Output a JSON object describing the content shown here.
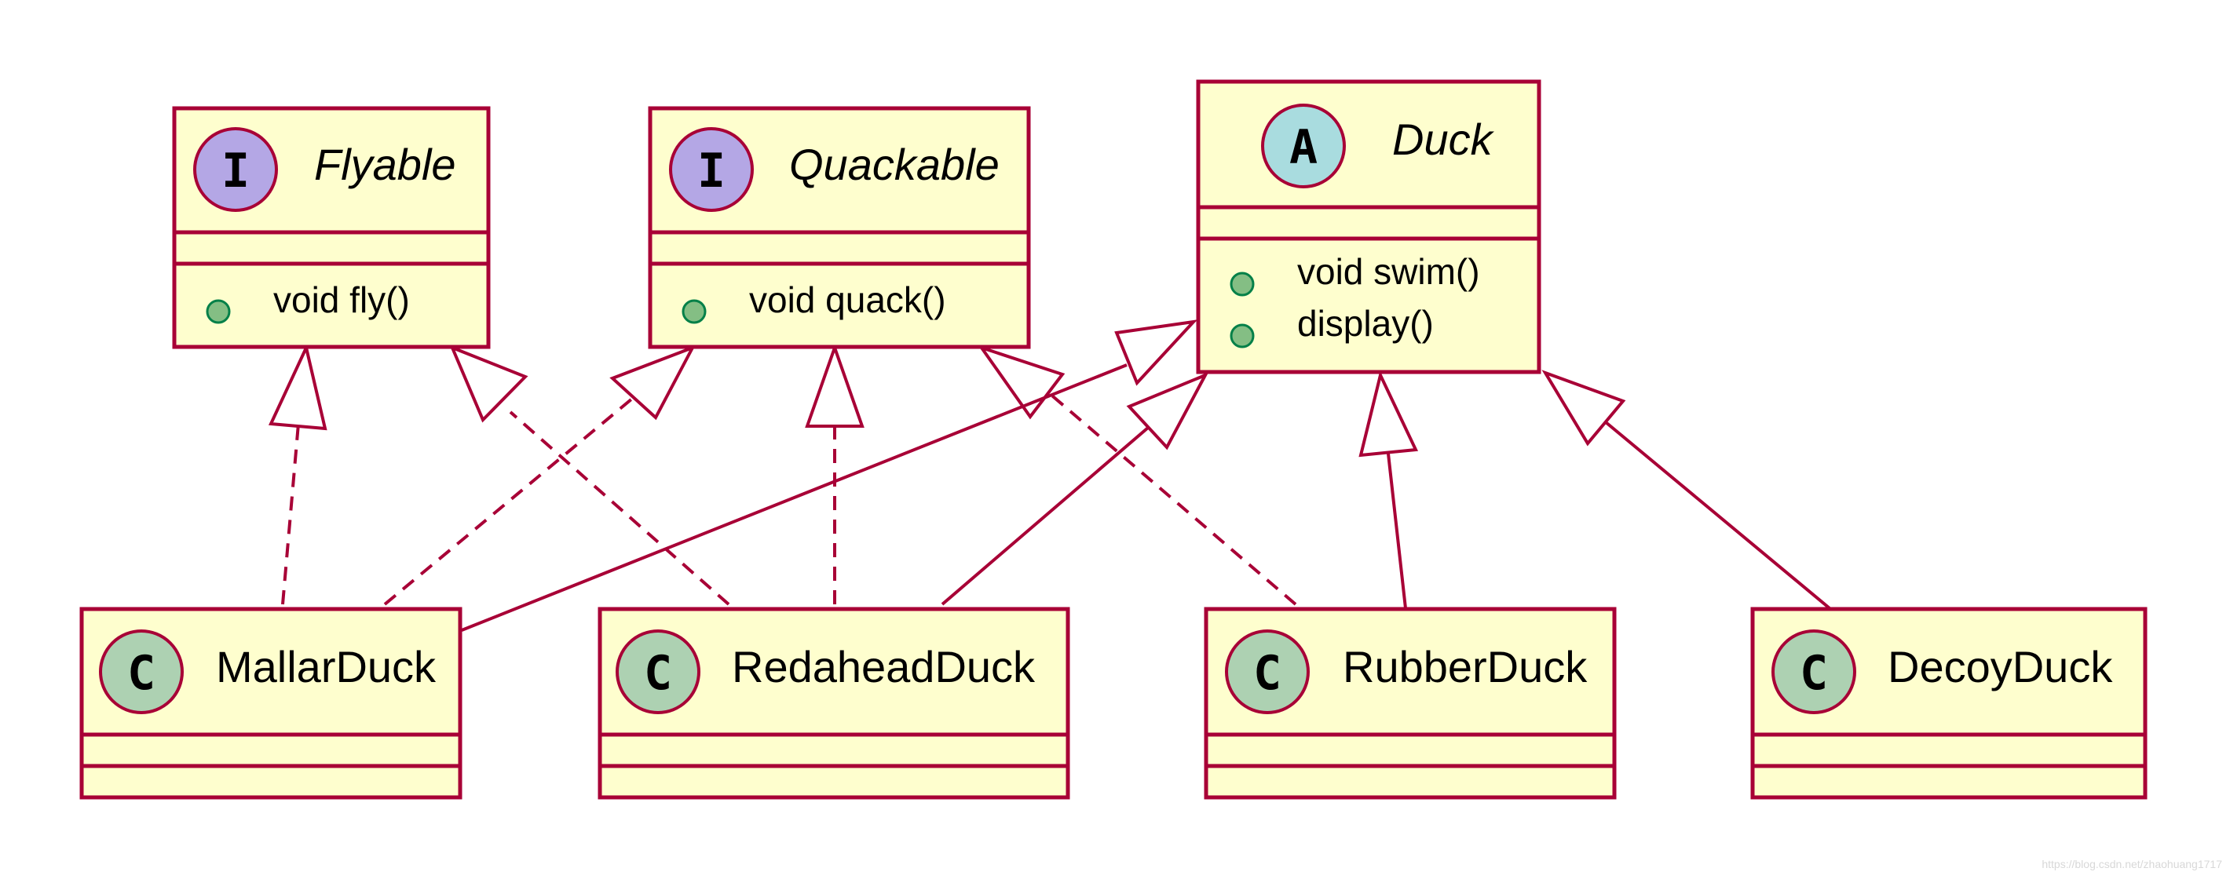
{
  "colors": {
    "box_fill": "#FEFECE",
    "border": "#A80036",
    "interface_badge": "#B4A7E5",
    "abstract_badge": "#A9DCDF",
    "class_badge": "#ADD1B2",
    "public_dot": "#84BE84"
  },
  "classes": {
    "flyable": {
      "badge": "I",
      "name": "Flyable",
      "members": [
        "void fly()"
      ]
    },
    "quackable": {
      "badge": "I",
      "name": "Quackable",
      "members": [
        "void quack()"
      ]
    },
    "duck": {
      "badge": "A",
      "name": "Duck",
      "members": [
        "void swim()",
        "display()"
      ]
    },
    "mallar": {
      "badge": "C",
      "name": "MallarDuck",
      "members": []
    },
    "redahead": {
      "badge": "C",
      "name": "RedaheadDuck",
      "members": []
    },
    "rubber": {
      "badge": "C",
      "name": "RubberDuck",
      "members": []
    },
    "decoy": {
      "badge": "C",
      "name": "DecoyDuck",
      "members": []
    }
  },
  "relations": [
    {
      "from": "MallarDuck",
      "to": "Flyable",
      "kind": "realization"
    },
    {
      "from": "MallarDuck",
      "to": "Quackable",
      "kind": "realization"
    },
    {
      "from": "MallarDuck",
      "to": "Duck",
      "kind": "generalization"
    },
    {
      "from": "RedaheadDuck",
      "to": "Flyable",
      "kind": "realization"
    },
    {
      "from": "RedaheadDuck",
      "to": "Quackable",
      "kind": "realization"
    },
    {
      "from": "RedaheadDuck",
      "to": "Duck",
      "kind": "generalization"
    },
    {
      "from": "RubberDuck",
      "to": "Quackable",
      "kind": "realization"
    },
    {
      "from": "RubberDuck",
      "to": "Duck",
      "kind": "generalization"
    },
    {
      "from": "DecoyDuck",
      "to": "Duck",
      "kind": "generalization"
    }
  ],
  "watermark": "https://blog.csdn.net/zhaohuang1717"
}
